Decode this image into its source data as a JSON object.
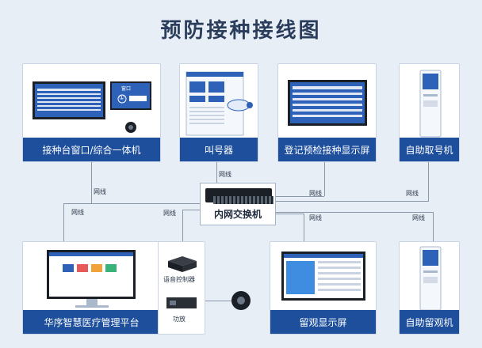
{
  "title": "预防接种接线图",
  "switch_label": "内网交换机",
  "link_label": "网线",
  "nodes": {
    "vaccination_window": "接种台窗口/综合一体机",
    "caller": "叫号器",
    "registration_display": "登记预检接种显示屏",
    "self_ticket": "自助取号机",
    "management_platform": "华序智慧医疗管理平台",
    "voice_controller": "语音控制器",
    "amplifier": "功放",
    "observation_display": "留观显示屏",
    "self_observation": "自助留观机"
  },
  "screen_text": {
    "window_panel": "窗口",
    "window_number": "①"
  },
  "colors": {
    "caption_bar": "#1d4f9d",
    "screen_blue": "#2d62b8",
    "wire": "#8a97a8",
    "background": "#e8eef6"
  }
}
